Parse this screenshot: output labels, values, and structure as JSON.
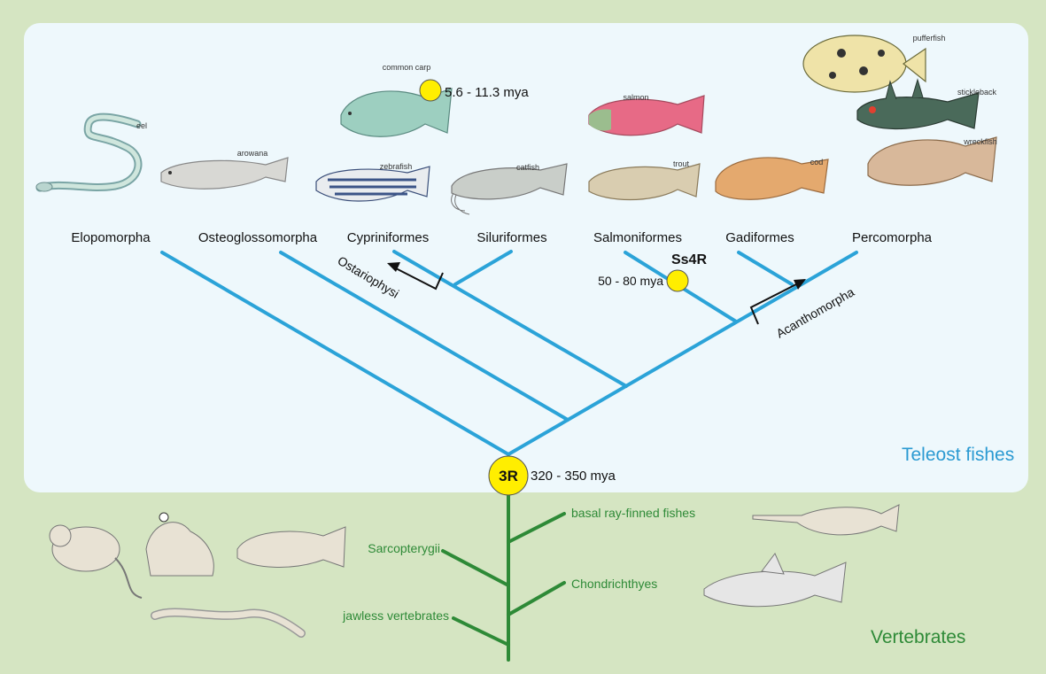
{
  "panels": {
    "teleost_label": "Teleost fishes",
    "vertebrate_label": "Vertebrates"
  },
  "clades": {
    "elopomorpha": "Elopomorpha",
    "osteoglossomorpha": "Osteoglossomorpha",
    "cypriniformes": "Cypriniformes",
    "siluriformes": "Siluriformes",
    "salmoniformes": "Salmoniformes",
    "gadiformes": "Gadiformes",
    "percomorpha": "Percomorpha"
  },
  "groups": {
    "ostariophysi": "Ostariophysi",
    "acanthomorpha": "Acanthomorpha"
  },
  "fish_labels": {
    "eel": "eel",
    "arowana": "arowana",
    "common_carp": "common carp",
    "zebrafish": "zebrafish",
    "catfish": "catfish",
    "salmon": "salmon",
    "trout": "trout",
    "cod": "cod",
    "pufferfish": "pufferfish",
    "stickleback": "stickleback",
    "wreckfish": "wreckfish"
  },
  "events": {
    "wgd_3r": {
      "label": "3R",
      "age": "320 - 350 mya"
    },
    "wgd_ss4r": {
      "label": "Ss4R",
      "age": "50 - 80 mya"
    },
    "wgd_carp": {
      "age": "5.6 - 11.3 mya"
    }
  },
  "vertebrate_branches": {
    "basal": "basal ray-finned fishes",
    "chondrichthyes": "Chondrichthyes",
    "sarcopterygii": "Sarcopterygii",
    "jawless": "jawless vertebrates"
  },
  "colors": {
    "outer_bg": "#d5e5c2",
    "teleost_bg": "#eef8fc",
    "teleost_branch": "#2ba3d8",
    "vertebrate_branch": "#2e8a37",
    "teleost_text": "#2b9ad2",
    "vertebrate_text": "#2e8a37",
    "wgd_marker": "#ffee00"
  }
}
